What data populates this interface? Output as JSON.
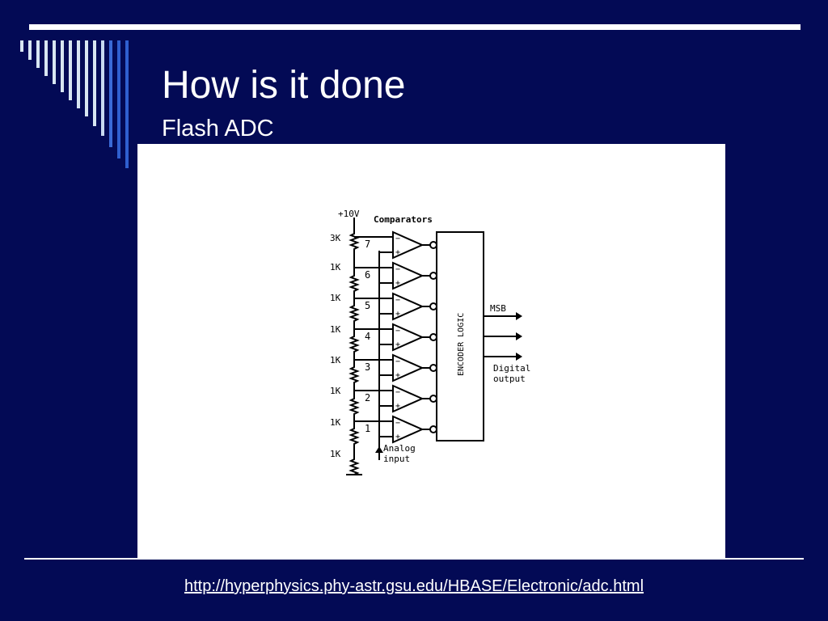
{
  "slide": {
    "title": "How is it done",
    "subtitle": "Flash ADC",
    "source_url": "http://hyperphysics.phy-astr.gsu.edu/HBASE/Electronic/adc.html",
    "colors": {
      "background": "#030a55",
      "text": "#ffffff",
      "panel": "#ffffff",
      "stripe_light": "#d8e6f2",
      "stripe_blue": "#2f5fcf"
    }
  },
  "diagram": {
    "supply_label": "+10V",
    "header_label": "Comparators",
    "resistors": [
      "3K",
      "1K",
      "1K",
      "1K",
      "1K",
      "1K",
      "1K",
      "1K"
    ],
    "taps": [
      "7",
      "6",
      "5",
      "4",
      "3",
      "2",
      "1"
    ],
    "comparator_count": 7,
    "minus_sign": "−",
    "plus_sign": "+",
    "encoder_label": "ENCODER LOGIC",
    "msb_label": "MSB",
    "digital_output_label_line1": "Digital",
    "digital_output_label_line2": "output",
    "analog_input_label_line1": "Analog",
    "analog_input_label_line2": "input"
  }
}
